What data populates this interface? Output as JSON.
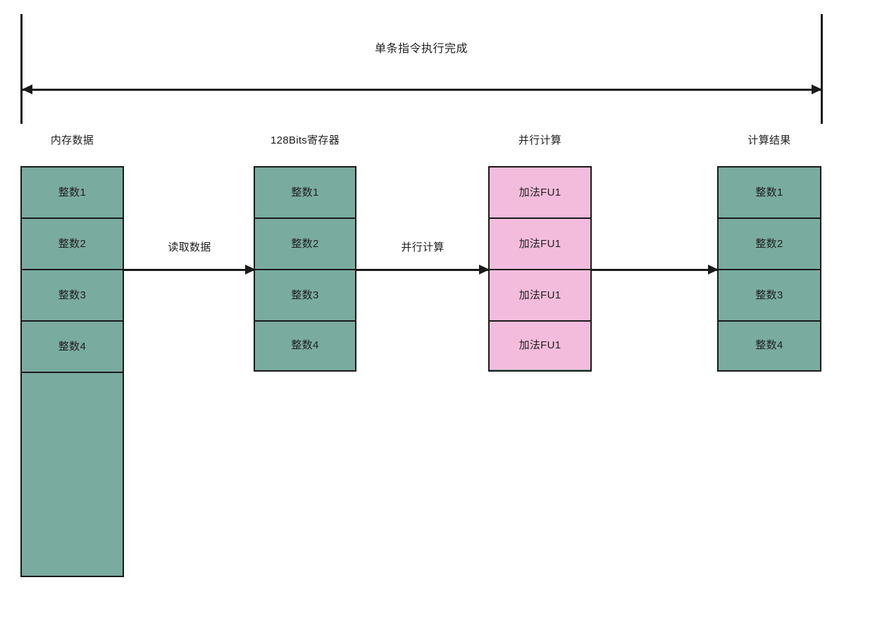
{
  "diagram": {
    "span": {
      "label": "单条指令执行完成"
    },
    "columns": [
      {
        "id": "memory",
        "title": "内存数据",
        "cells": [
          {
            "label": "整数1",
            "color": "#7aab9f"
          },
          {
            "label": "整数2",
            "color": "#7aab9f"
          },
          {
            "label": "整数3",
            "color": "#7aab9f"
          },
          {
            "label": "整数4",
            "color": "#7aab9f"
          },
          {
            "label": "",
            "color": "#7aab9f"
          }
        ]
      },
      {
        "id": "register",
        "title": "128Bits寄存器",
        "cells": [
          {
            "label": "整数1",
            "color": "#7aab9f"
          },
          {
            "label": "整数2",
            "color": "#7aab9f"
          },
          {
            "label": "整数3",
            "color": "#7aab9f"
          },
          {
            "label": "整数4",
            "color": "#7aab9f"
          }
        ]
      },
      {
        "id": "parallel",
        "title": "并行计算",
        "cells": [
          {
            "label": "加法FU1",
            "color": "#f4bcdc"
          },
          {
            "label": "加法FU1",
            "color": "#f4bcdc"
          },
          {
            "label": "加法FU1",
            "color": "#f4bcdc"
          },
          {
            "label": "加法FU1",
            "color": "#f4bcdc"
          }
        ]
      },
      {
        "id": "result",
        "title": "计算结果",
        "cells": [
          {
            "label": "整数1",
            "color": "#7aab9f"
          },
          {
            "label": "整数2",
            "color": "#7aab9f"
          },
          {
            "label": "整数3",
            "color": "#7aab9f"
          },
          {
            "label": "整数4",
            "color": "#7aab9f"
          }
        ]
      }
    ],
    "flows": [
      {
        "id": "flow-1",
        "label": "读取数据"
      },
      {
        "id": "flow-2",
        "label": "并行计算"
      },
      {
        "id": "flow-3",
        "label": ""
      }
    ],
    "colors": {
      "green": "#7aab9f",
      "pink": "#f4bcdc",
      "stroke": "#1a1a1a",
      "background": "#ffffff"
    }
  }
}
